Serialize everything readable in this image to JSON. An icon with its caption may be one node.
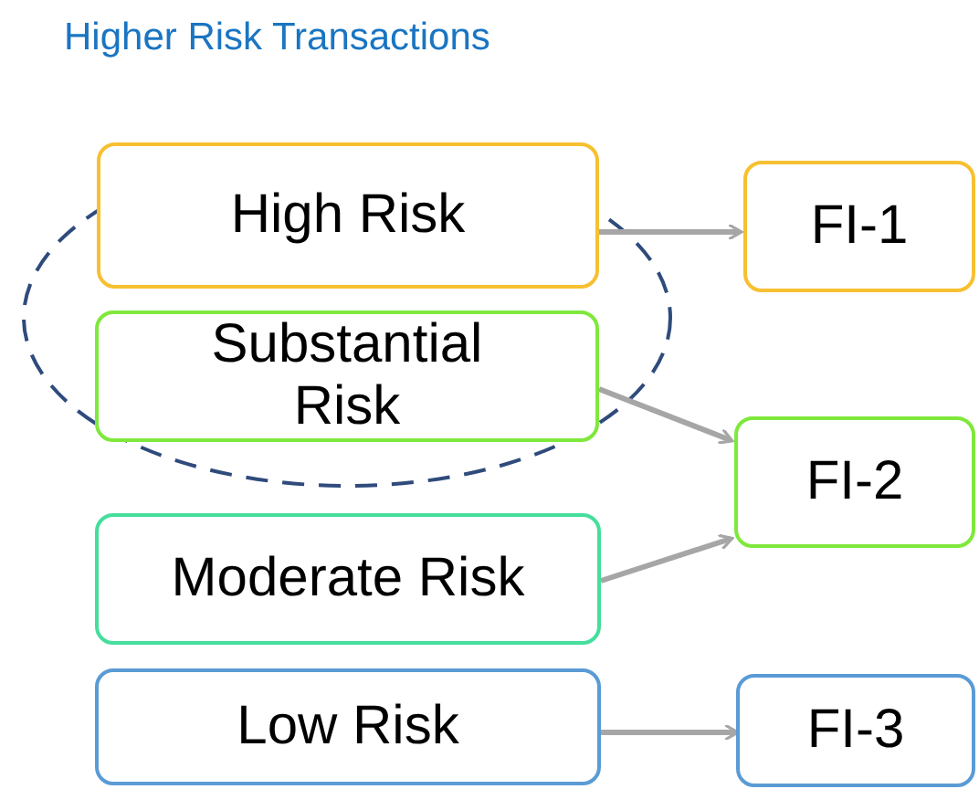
{
  "diagram": {
    "title": "Higher Risk Transactions",
    "nodes": [
      {
        "text": [
          "High Risk"
        ]
      },
      {
        "text": [
          "FI-1"
        ]
      },
      {
        "text": [
          "Substantial Risk"
        ]
      },
      {
        "text": [
          "FI-2"
        ]
      },
      {
        "text": [
          "Moderate Risk"
        ]
      },
      {
        "text": [
          "Low Risk"
        ]
      },
      {
        "text": [
          "FI-3"
        ]
      }
    ],
    "edges": [
      {
        "from": 0,
        "to": 1,
        "arrow": "to"
      },
      {
        "from": 2,
        "to": 3,
        "arrow": "to"
      },
      {
        "from": 4,
        "to": 3,
        "arrow": "to"
      },
      {
        "from": 5,
        "to": 6,
        "arrow": "to"
      }
    ]
  }
}
